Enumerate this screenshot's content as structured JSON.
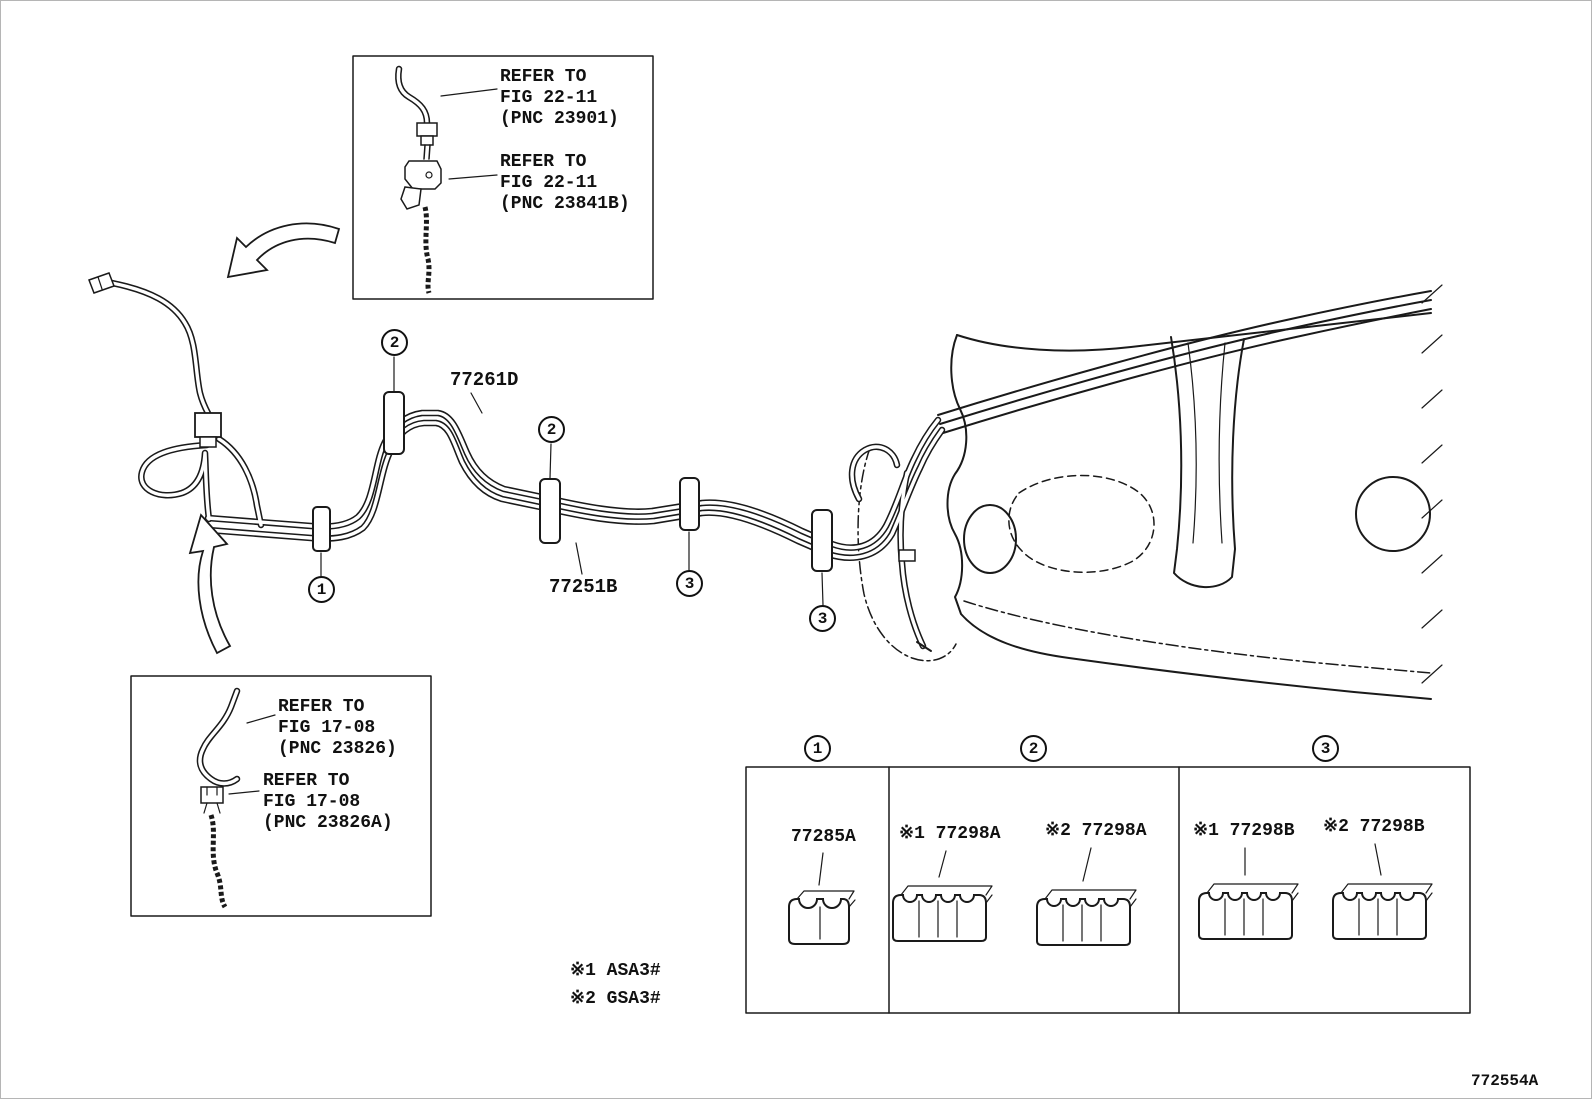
{
  "meta": {
    "diagram_code": "772554A"
  },
  "colors": {
    "ink": "#1a1a1a",
    "paper": "#ffffff"
  },
  "inset_top": {
    "ref1": "REFER TO\nFIG 22-11\n(PNC 23901)",
    "ref2": "REFER TO\nFIG 22-11\n(PNC 23841B)"
  },
  "inset_bottom": {
    "ref1": "REFER TO\nFIG 17-08\n(PNC 23826)",
    "ref2": "REFER TO\nFIG 17-08\n(PNC 23826A)"
  },
  "tube_labels": {
    "upper": "77261D",
    "lower": "77251B"
  },
  "callouts": {
    "c1": "1",
    "c2": "2",
    "c3": "3"
  },
  "parts_table": {
    "columns": [
      {
        "callout": "1",
        "parts": [
          {
            "label": "77285A"
          }
        ]
      },
      {
        "callout": "2",
        "parts": [
          {
            "label": "※1 77298A"
          },
          {
            "label": "※2 77298A"
          }
        ]
      },
      {
        "callout": "3",
        "parts": [
          {
            "label": "※1 77298B"
          },
          {
            "label": "※2 77298B"
          }
        ]
      }
    ]
  },
  "notes": {
    "n1": "※1 ASA3#",
    "n2": "※2 GSA3#"
  }
}
